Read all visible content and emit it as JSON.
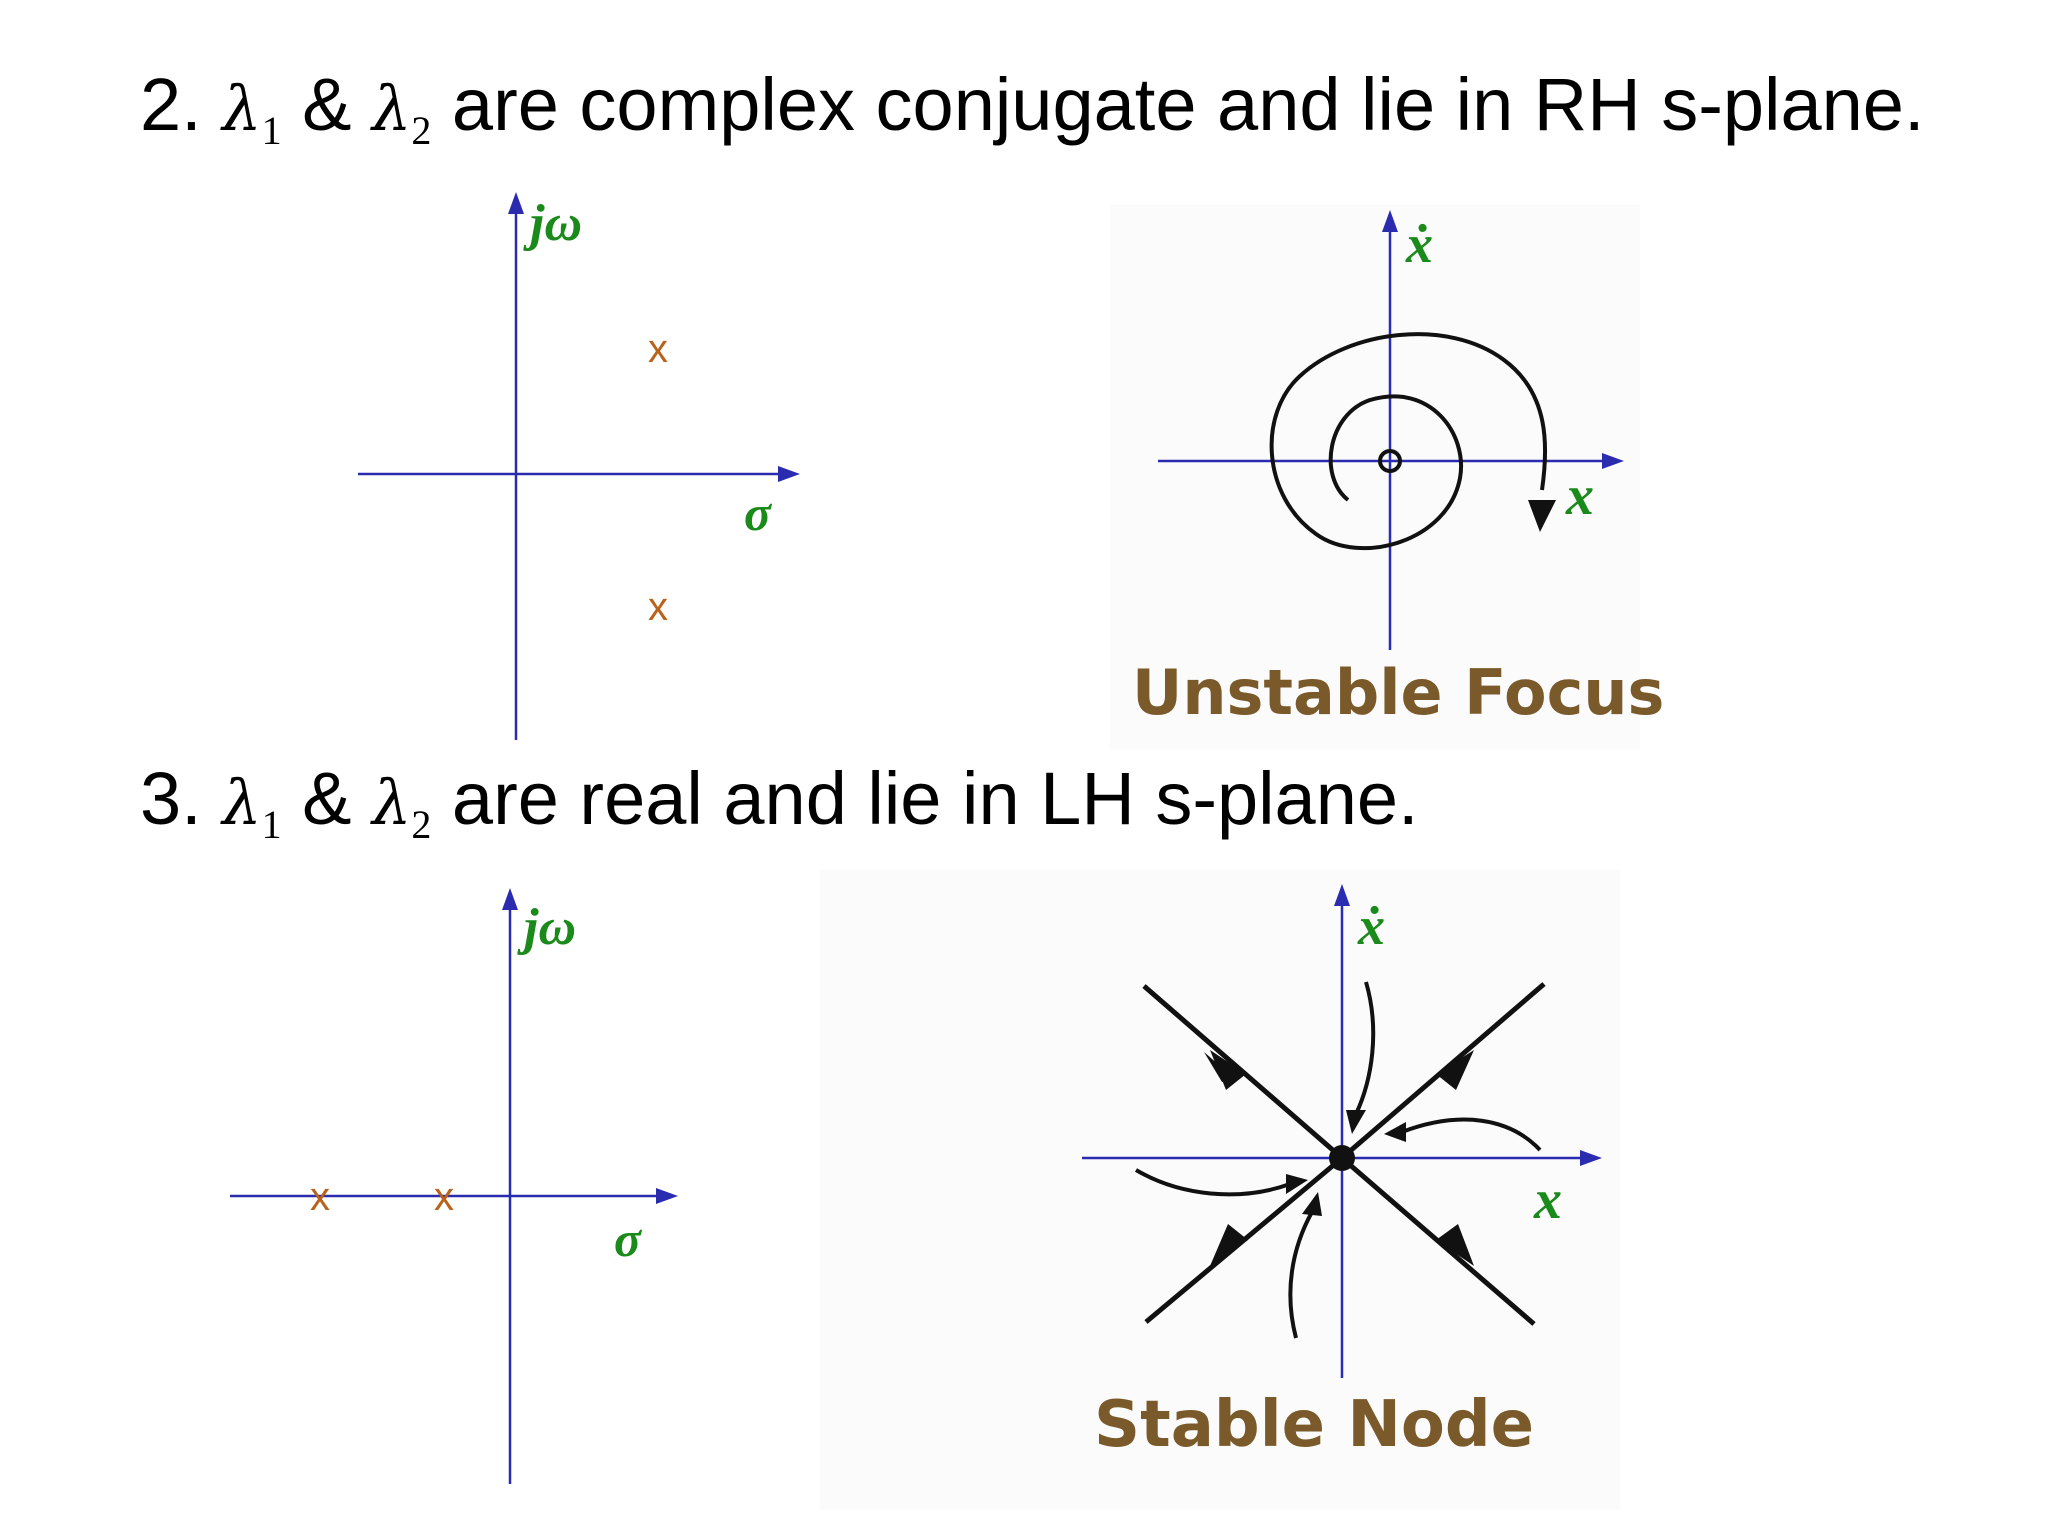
{
  "heading2": {
    "num": "2.",
    "lam1": "λ",
    "sub1": "1",
    "amp": "&",
    "lam2": "λ",
    "sub2": "2",
    "rest": "are complex conjugate and lie in RH s-plane."
  },
  "heading3": {
    "num": "3.",
    "lam1": "λ",
    "sub1": "1",
    "amp": "&",
    "lam2": "λ",
    "sub2": "2",
    "rest": "are real and lie in LH s-plane."
  },
  "splane": {
    "imag_axis_label": "jω",
    "real_axis_label": "σ",
    "pole_marker": "x"
  },
  "phase": {
    "y_axis_label": "ẋ",
    "x_axis_label": "x"
  },
  "captions": {
    "unstable_focus": "Unstable Focus",
    "stable_node": "Stable Node"
  },
  "colors": {
    "axis": "#2b2bb0",
    "axis_label": "#1a8a1a",
    "pole": "#b8621b",
    "caption": "#7a5a2a",
    "trajectory": "#111111"
  }
}
